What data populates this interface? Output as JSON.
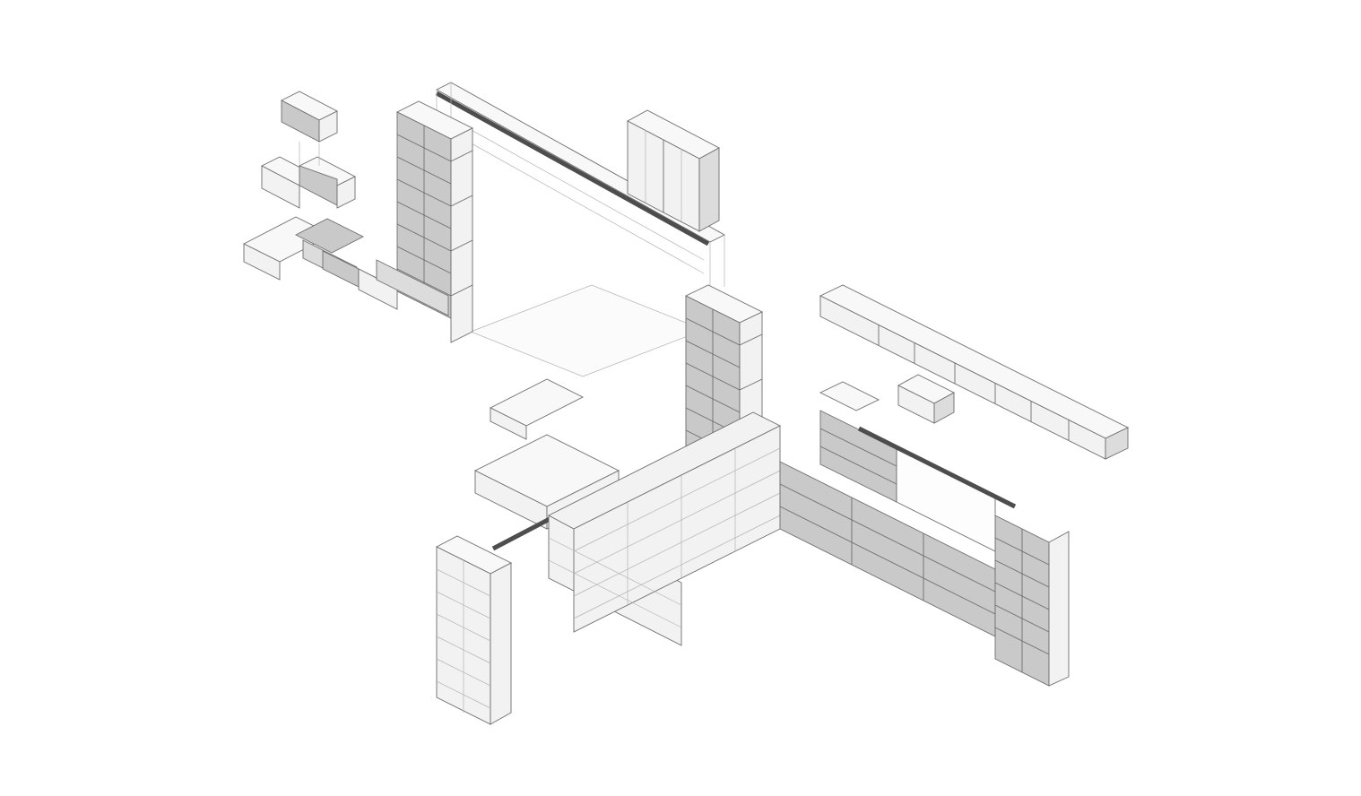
{
  "diagram": {
    "kind": "exploded isometric assembly of interlocking masonry blocks",
    "colors": {
      "background": "#ffffff",
      "linework": "#6d6d6d",
      "faint_linework": "#b3b3b3",
      "block_face_light": "#f2f2f2",
      "block_face_shaded": "#c9c9c9",
      "lintel": "#4d4d4d"
    },
    "components": [
      "exploded-stacked-blocks-left",
      "corner-wall-with-shaded-blocks",
      "overhead-lintel-beam",
      "floating-blocks-top-center",
      "floor-slab-outline",
      "door-opening-wall-front",
      "window-wall-right",
      "coping-block-row-right"
    ]
  }
}
